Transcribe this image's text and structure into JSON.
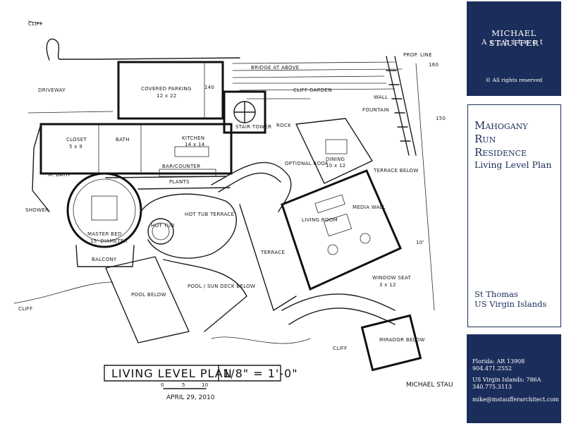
{
  "brand": {
    "firm_name": "Michael Stauffer",
    "firm_role": "Architect",
    "rights": "© All rights reserved"
  },
  "title_block": {
    "project_line1": "Mahogany",
    "project_line2": "Run",
    "project_line3": "Residence",
    "sheet_title": "Living Level Plan",
    "location_line1": "St Thomas",
    "location_line2": "US Virgin Islands"
  },
  "contact": {
    "florida": "Florida: AR 13908",
    "florida_phone": "904.471.2552",
    "usvi": "US Virgin Islands: 786A",
    "usvi_phone": "340.775.3113",
    "email": "mike@mstaufferarchitect.com"
  },
  "drawing": {
    "title": "LIVING LEVEL PLAN",
    "scale": "1/8\" = 1'-0\"",
    "scale_marks": [
      "0",
      "5",
      "10"
    ],
    "date": "APRIL 29, 2010",
    "signature": "MICHAEL STAU",
    "labels": {
      "driveway": "DRIVEWAY",
      "covered_parking": "COVERED PARKING",
      "parking_size": "12 x 22",
      "cliff_garden": "CLIFF GARDEN",
      "bridge": "BRIDGE AT ABOVE",
      "stair_tower": "STAIR TOWER",
      "rock": "ROCK",
      "closet": "CLOSET",
      "closet_size": "5 x 9",
      "bath": "BATH",
      "m_bath": "M. BATH",
      "kitchen": "KITCHEN",
      "kitchen_size": "14 x 14",
      "bar_counter": "BAR/COUNTER",
      "dining": "DINING",
      "dining_size": "10 x 12",
      "optional_roof": "OPTIONAL ROOF",
      "terrace_below": "TERRACE BELOW",
      "fountain": "FOUNTAIN",
      "wall": "WALL",
      "prop_line": "PROP. LINE",
      "living_room": "LIVING ROOM",
      "media_wall": "MEDIA WALL",
      "master_bed": "MASTER BED",
      "master_dia": "15' DIAMETER",
      "balcony": "BALCONY",
      "shower": "SHOWER",
      "planter": "PLANTS",
      "hot_tub": "HOT TUB",
      "hot_tub_terrace": "HOT TUB TERRACE",
      "pool_deck": "POOL / SUN DECK BELOW",
      "pool_below": "POOL BELOW",
      "terrace": "TERRACE",
      "window_seat": "WINDOW SEAT",
      "window_seat_size": "3 x 12",
      "mirador": "MIRADOR BELOW",
      "cliff": "CLIFF",
      "cliff2": "CLIFF",
      "cliff3": "CLIFF",
      "dim_140": "140",
      "dim_150": "150",
      "dim_160": "160",
      "dim_10": "10'"
    }
  }
}
